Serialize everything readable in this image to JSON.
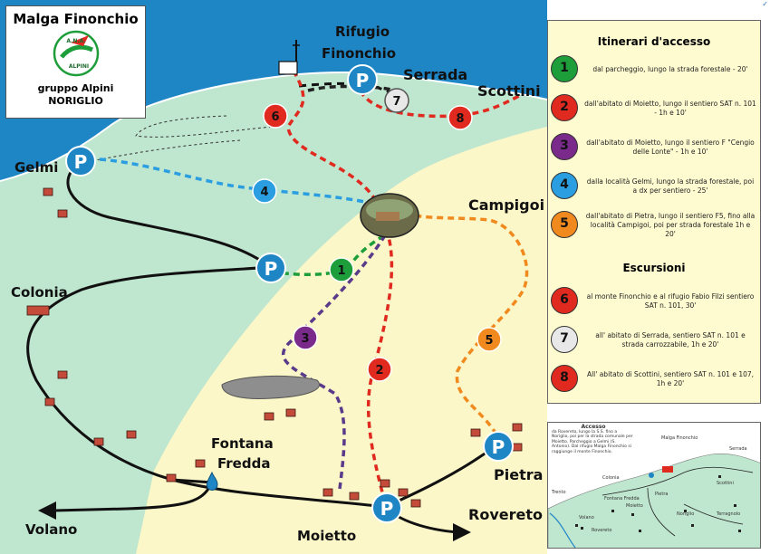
{
  "title": "Malga Finonchio",
  "subtitle": "gruppo Alpini",
  "subtitle2": "NORIGLIO",
  "logo": {
    "top_text": "A.N.A.",
    "bottom_text": "ALPINI"
  },
  "places": {
    "rifugio_line1": "Rifugio",
    "rifugio_line2": "Finonchio",
    "serrada": "Serrada",
    "scottini": "Scottini",
    "gelmi": "Gelmi",
    "campigoi": "Campigoi",
    "colonia": "Colonia",
    "fontana_line1": "Fontana",
    "fontana_line2": "Fredda",
    "pietra": "Pietra",
    "volano": "Volano",
    "moietto": "Moietto",
    "rovereto": "Rovereto"
  },
  "parking_label": "P",
  "legend": {
    "heading_access": "Itinerari d'accesso",
    "heading_excursions": "Escursioni",
    "items": [
      {
        "num": "1",
        "color": "#1e9e3a",
        "text": "dal parcheggio, lungo la strada forestale - 20'"
      },
      {
        "num": "2",
        "color": "#e02a1f",
        "text": "dall'abitato di Moietto, lungo il sentiero SAT n. 101 - 1h e 10'"
      },
      {
        "num": "3",
        "color": "#7a2a8a",
        "text": "dall'abitato di Moietto, lungo il sentiero F \"Cengio delle Lonte\" - 1h e 10'"
      },
      {
        "num": "4",
        "color": "#2a9ee0",
        "text": "dalla località Gelmi, lungo la strada forestale, poi a dx per sentiero - 25'"
      },
      {
        "num": "5",
        "color": "#f08a1f",
        "text": "dall'abitato di Pietra, lungo il sentiero F5, fino alla località Campigoi, poi per strada forestale 1h e 20'"
      },
      {
        "num": "6",
        "color": "#e02a1f",
        "text": "al monte Finonchio e al rifugio Fabio Filzi sentiero SAT n. 101, 30'"
      },
      {
        "num": "7",
        "color": "#e8e8e8",
        "text": "all' abitato di Serrada, sentiero SAT n. 101 e strada carrozzabile, 1h e 20'"
      },
      {
        "num": "8",
        "color": "#e02a1f",
        "text": "All' abitato di Scottini, sentiero SAT n. 101 e 107, 1h e 20'"
      }
    ]
  },
  "route_colors": {
    "1": "#1e9e3a",
    "2": "#e02a1f",
    "3": "#5a3a8a",
    "4": "#2a9ee0",
    "5": "#f08a1f",
    "6": "#e02a1f",
    "7": "#222222",
    "8": "#e02a1f"
  },
  "map_colors": {
    "sky": "#1f86c6",
    "meadow": "#bfe6cf",
    "plain": "#fbf7c8",
    "road": "#111111"
  },
  "inset": {
    "title": "Accesso",
    "note": "da Rovereto, lungo la S.S. fino a Noriglio, poi per la strada comunale per Moietto. Parcheggio a Gelmi (S. Antonio). Dal rifugio Malga Finonchio si raggiunge il monte Finonchio.",
    "labels": {
      "finonchio": "Malga Finonchio",
      "serrada": "Serrada",
      "trento": "Trento",
      "colonia": "Colonia",
      "scottini": "Scottini",
      "fontana": "Fontana Fredda",
      "moietto": "Moietto",
      "pietra": "Pietra",
      "volano": "Volano",
      "rovereto": "Rovereto",
      "noriglio": "Noriglio",
      "terragnolo": "Terragnolo"
    }
  },
  "corner_mark": "✓"
}
